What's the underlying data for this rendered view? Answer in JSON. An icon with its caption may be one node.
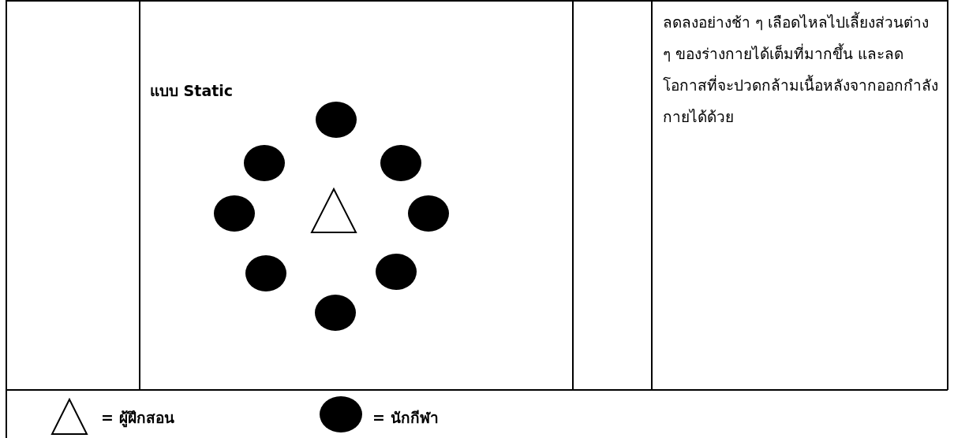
{
  "diagram": {
    "labels": [
      "แบบ Static",
      "ลดลงอย่างช้า ๆ เลือดไหลไปเลี้ยงส่วนต่าง ๆ ของร่างกายได้เต็มที่มากขึ้น และลดโอกาสที่จะปวดกล้ามเนื้อหลังจากออกกำลังกายได้ด้วย"
    ],
    "legend": [
      {
        "text": "= ผู้ฝึกสอน"
      },
      {
        "text": "= นักกีฬา"
      }
    ]
  }
}
